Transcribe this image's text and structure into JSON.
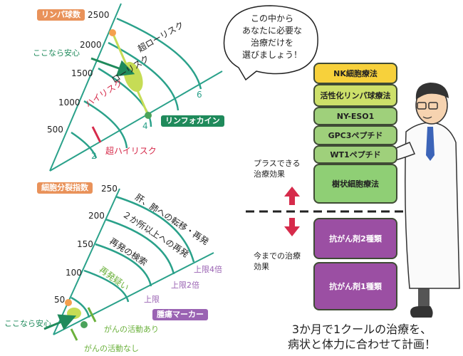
{
  "top_diagram": {
    "axis_title": "リンパ球数",
    "axis_values": [
      "2500",
      "2000",
      "1500",
      "1000",
      "500"
    ],
    "bottom_axis_ticks": [
      "2",
      "4",
      "6"
    ],
    "bottom_axis_title": "リンフォカイン",
    "zones": [
      "超ローリスク",
      "ローリスク",
      "ハイリスク"
    ],
    "very_high_risk": "超ハイリスク",
    "safe_label": "ここなら安心"
  },
  "bottom_diagram": {
    "axis_title": "細胞分裂指数",
    "axis_values": [
      "250",
      "200",
      "150",
      "100",
      "50"
    ],
    "zones": [
      "肝、肺への転移・再発",
      "２か所以上への再発",
      "再発の検索",
      "再発疑い"
    ],
    "limits": [
      "上限4倍",
      "上限2倍",
      "上限"
    ],
    "marker_title": "腫瘍マーカー",
    "cancer_active": "がんの活動あり",
    "cancer_inactive": "がんの活動なし",
    "safe_label": "ここなら安心"
  },
  "speech_bubble": {
    "lines": [
      "この中から",
      "あなたに必要な",
      "治療だけを",
      "選びましょう！"
    ]
  },
  "stack": {
    "items": [
      {
        "label": "NK細胞療法",
        "color": "#f7d13b"
      },
      {
        "label": "活性化リンパ球療法",
        "color": "#cde06a"
      },
      {
        "label": "NY-ESO1",
        "color": "#9fd07b"
      },
      {
        "label": "GPC3ペプチド",
        "color": "#9fd07b"
      },
      {
        "label": "WT1ペプチド",
        "color": "#9fd07b"
      },
      {
        "label": "樹状細胞療法",
        "color": "#8fcf75"
      },
      {
        "label": "抗がん剤2種類",
        "color": "#9b4fa3"
      },
      {
        "label": "抗がん剤1種類",
        "color": "#9b4fa3"
      }
    ],
    "plus_label": [
      "プラスできる",
      "治療効果"
    ],
    "prev_label": [
      "今までの治療",
      "効果"
    ]
  },
  "caption": [
    "3か月で1クールの治療を、",
    "病状と体力に合わせて計画！"
  ]
}
